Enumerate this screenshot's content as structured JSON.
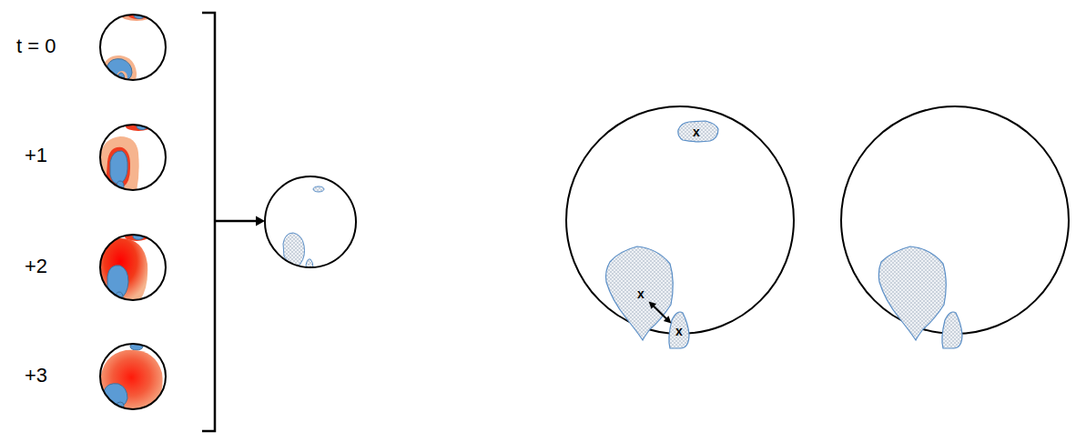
{
  "diagram": {
    "nodes": [
      {
        "text": [
          "x"
        ]
      },
      {
        "text": [
          "x"
        ]
      },
      {
        "text": [
          "x"
        ]
      }
    ],
    "edges": [
      {
        "from": 1,
        "to": 2,
        "arrow": "both"
      }
    ],
    "labels": [
      "t = 0",
      "+1",
      "+2",
      "+3"
    ]
  }
}
